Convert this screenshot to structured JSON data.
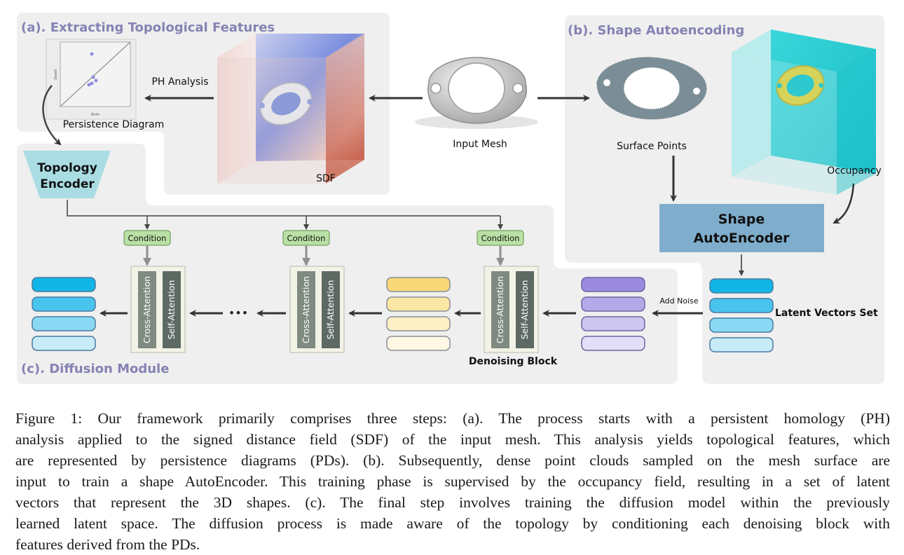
{
  "panels": {
    "a_title": "(a). Extracting Topological Features",
    "b_title": "(b). Shape Autoencoding",
    "c_title": "(c). Diffusion Module"
  },
  "labels": {
    "ph_analysis": "PH Analysis",
    "persistence_diagram": "Persistence Diagram",
    "sdf": "SDF",
    "input_mesh": "Input Mesh",
    "surface_points": "Surface Points",
    "occupancy": "Occupancy",
    "topology_encoder_1": "Topology",
    "topology_encoder_2": "Encoder",
    "shape_autoencoder_1": "Shape",
    "shape_autoencoder_2": "AutoEncoder",
    "latent_vectors_set": "Latent Vectors Set",
    "add_noise": "Add Noise",
    "condition": "Condition",
    "cross_attention": "Cross-Attention",
    "self_attention": "Self-Attention",
    "denoising_block": "Denoising Block",
    "ellipsis": "•••",
    "pd_xlabel": "Birth",
    "pd_ylabel": "Death"
  },
  "colors": {
    "panel_bg": "#efefef",
    "panel_title": "#8583b3",
    "condition_fill": "#b9e0a5",
    "condition_stroke": "#5a8f44",
    "block_fill": "#f2f2e6",
    "cross_attn_fill": "#7f8a80",
    "self_attn_fill": "#5d6a64",
    "shape_ae_fill": "#7faecc",
    "topo_enc_fill": "#a9dde3"
  },
  "caption": {
    "lines": [
      "Figure 1: Our framework primarily comprises three steps: (a). The process starts with a persistent homology (PH)",
      "analysis applied to the signed distance field (SDF) of the input mesh. This analysis yields topological features, which",
      "are represented by persistence diagrams (PDs). (b). Subsequently, dense point clouds sampled on the mesh surface are",
      "input to train a shape AutoEncoder. This training phase is supervised by the occupancy field, resulting in a set of latent",
      "vectors that represent the 3D shapes. (c). The final step involves training the diffusion model within the previously",
      "learned latent space. The diffusion process is made aware of the topology by conditioning each denoising block with",
      "features derived from the PDs."
    ]
  }
}
